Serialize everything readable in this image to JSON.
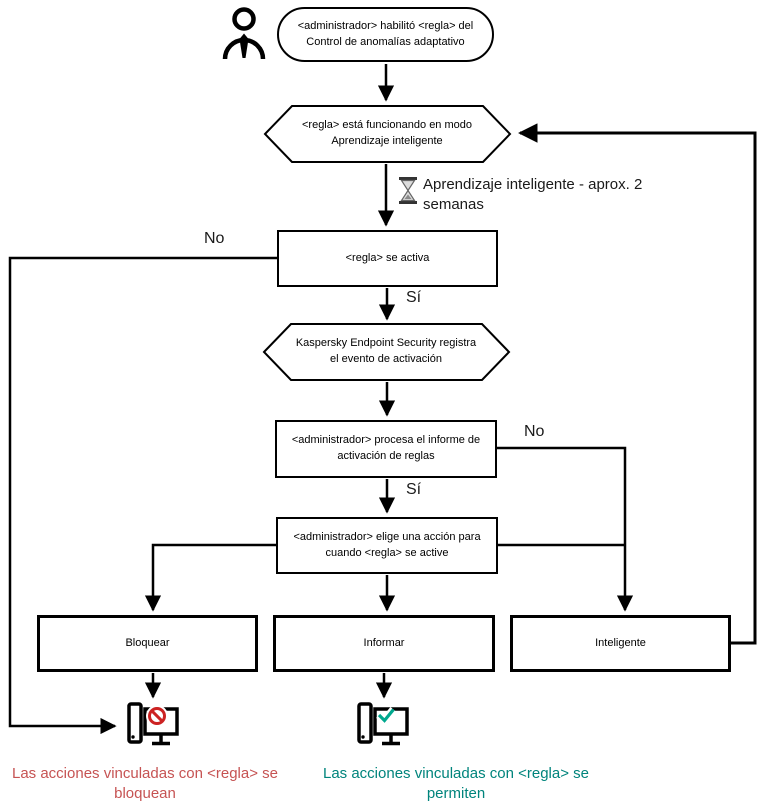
{
  "diagram": {
    "title": "Adaptive Anomaly Control rule flow (Kaspersky Endpoint Security)",
    "nodes": {
      "start": "<administrador> habilitó <regla> del Control de anomalías adaptativo",
      "learning_mode": "<regla> está funcionando en modo Aprendizaje inteligente",
      "rule_triggers": "<regla> se activa",
      "logs_event": "Kaspersky Endpoint Security registra el evento de activación",
      "process_report": "<administrador> procesa el informe de activación de reglas",
      "choose_action": "<administrador> elige una acción para cuando <regla> se active",
      "block": "Bloquear",
      "inform": "Informar",
      "smart": "Inteligente"
    },
    "edge_labels": {
      "no_left": "No",
      "yes_after_trigger": "Sí",
      "no_right": "No",
      "yes_after_report": "Sí",
      "learning_duration": "Aprendizaje inteligente - aprox. 2 semanas"
    },
    "captions": {
      "blocked": "Las acciones vinculadas con <regla> se bloquean",
      "allowed": "Las acciones vinculadas con <regla> se permiten"
    },
    "icons": {
      "user": "user-icon",
      "hourglass": "hourglass-icon",
      "blocked_computer": "computer-blocked-icon",
      "allowed_computer": "computer-allowed-icon"
    },
    "colors": {
      "line": "#000000",
      "blocked_text": "#C65353",
      "blocked_symbol": "#CC2222",
      "allowed_text": "#00847C",
      "allowed_symbol": "#00A88E"
    }
  }
}
